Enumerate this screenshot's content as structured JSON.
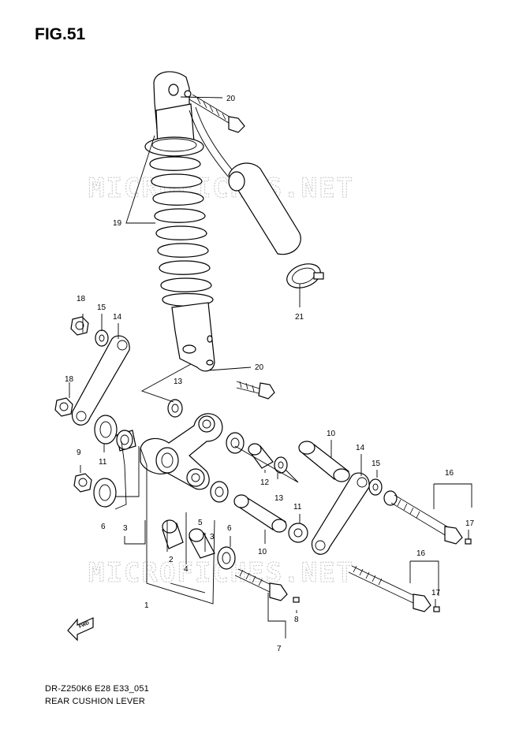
{
  "figure": {
    "title": "FIG.51"
  },
  "footer": {
    "code": "DR-Z250K6 E28 E33_051",
    "name": "REAR CUSHION LEVER"
  },
  "watermark": {
    "text": "MICROFICHES.NET"
  },
  "fwd_label": "FWD",
  "callouts": {
    "c1": "1",
    "c2": "2",
    "c3a": "3",
    "c3b": "3",
    "c4": "4",
    "c5": "5",
    "c6a": "6",
    "c6b": "6",
    "c7": "7",
    "c8": "8",
    "c9": "9",
    "c10a": "10",
    "c10b": "10",
    "c11a": "11",
    "c11b": "11",
    "c12": "12",
    "c13a": "13",
    "c13b": "13",
    "c14a": "14",
    "c14b": "14",
    "c15a": "15",
    "c15b": "15",
    "c16a": "16",
    "c16b": "16",
    "c17a": "17",
    "c17b": "17",
    "c18a": "18",
    "c18b": "18",
    "c19": "19",
    "c20a": "20",
    "c20b": "20",
    "c21": "21"
  }
}
